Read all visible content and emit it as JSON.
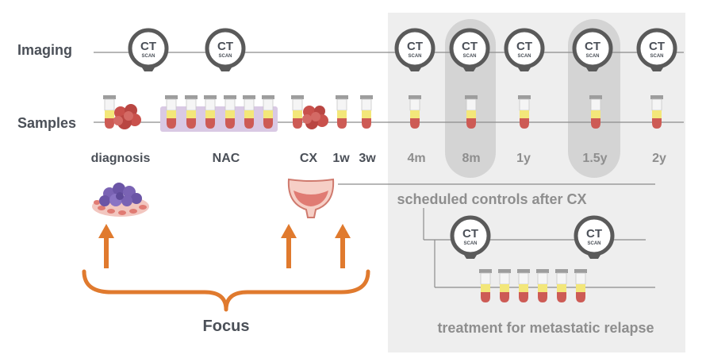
{
  "rows": {
    "imaging_label": "Imaging",
    "samples_label": "Samples"
  },
  "ct_badge": {
    "line1": "CT",
    "line2": "SCAN"
  },
  "timepoints": {
    "diagnosis": "diagnosis",
    "nac": "NAC",
    "cx": "CX",
    "w1": "1w",
    "w3": "3w",
    "m4": "4m",
    "m8": "8m",
    "y1": "1y",
    "y15": "1.5y",
    "y2": "2y"
  },
  "scheduled_label": "scheduled controls after CX",
  "relapse_label": "treatment for metastatic relapse",
  "focus_label": "Focus",
  "colors": {
    "accent_orange": "#e07a2e",
    "panel_gray": "#eeeeee",
    "highlight_gray": "#d4d4d4",
    "line_gray": "#8c8c8c",
    "text_dark": "#4b5058",
    "text_light": "#8e8e8e",
    "nac_band": "#d9c9e4",
    "blood_red": "#cd5b55",
    "serum_yellow": "#f3e77a",
    "tumor_red": "#c9514c",
    "tumor_purple": "#7a63b4"
  },
  "icons": [
    "ct-scan-icon",
    "blood-tube-icon",
    "tumor-icon",
    "bladder-icon",
    "arrow-up-icon",
    "curly-brace-icon"
  ]
}
